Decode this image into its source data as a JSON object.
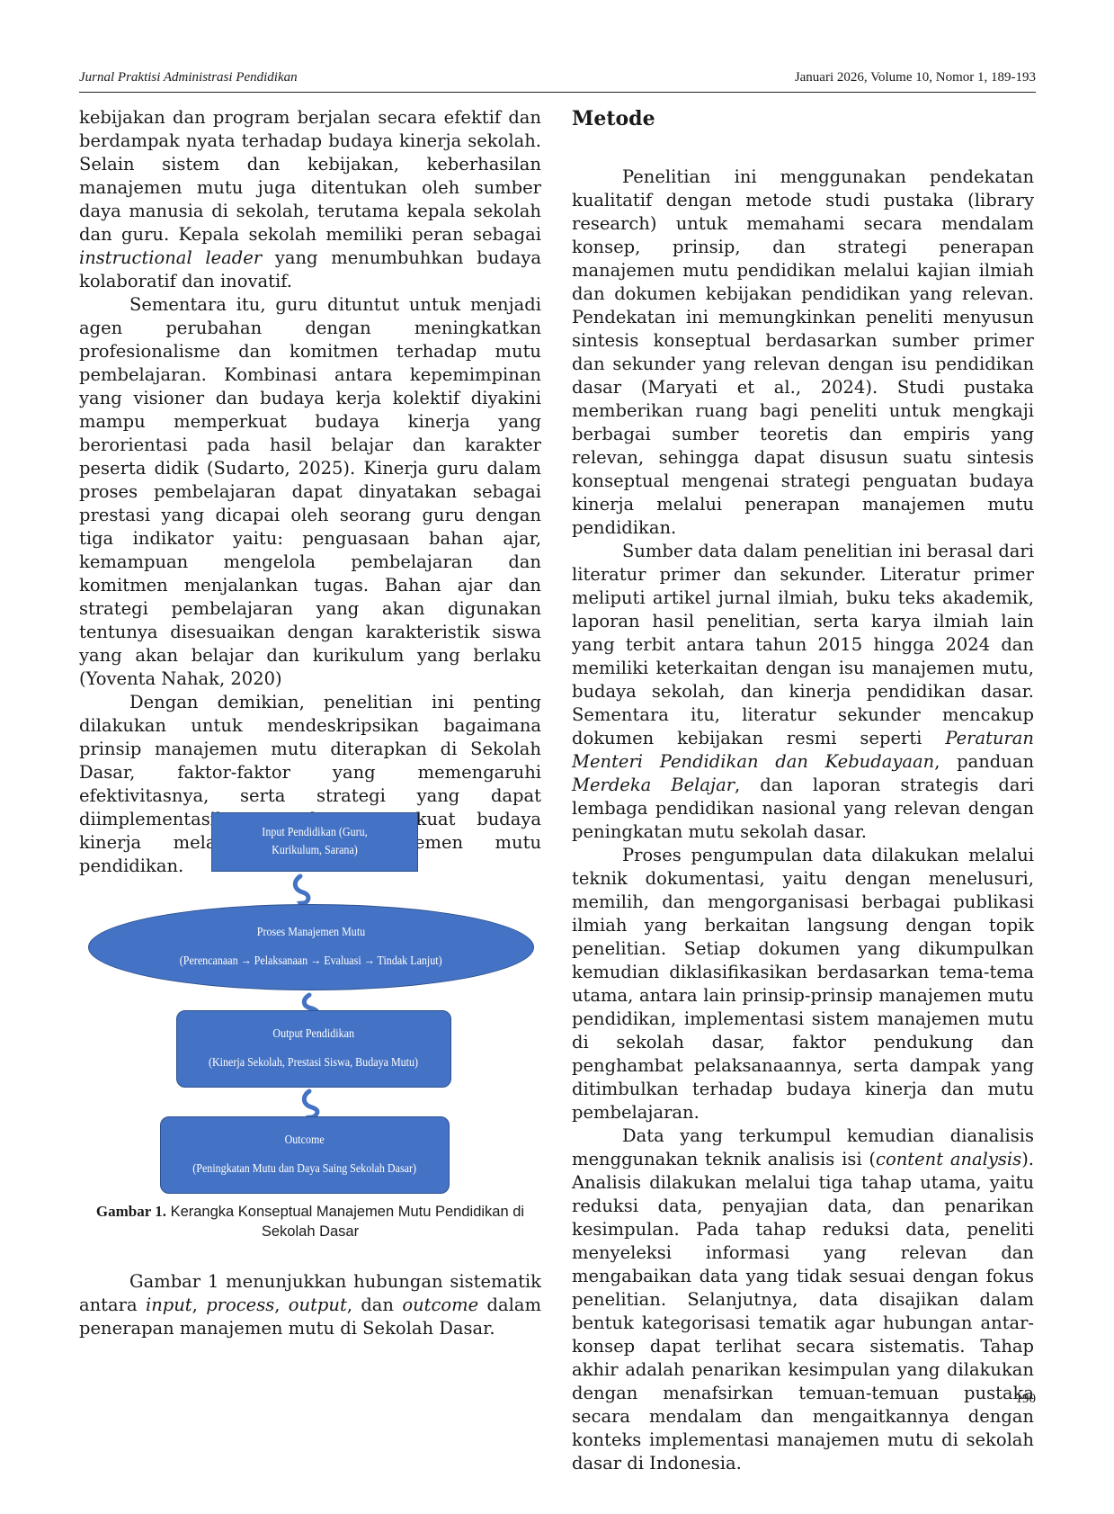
{
  "header": {
    "journal": "Jurnal Praktisi Administrasi Pendidikan",
    "issue": "Januari 2026, Volume 10, Nomor 1, 189-193"
  },
  "left_column": {
    "p1": {
      "a": "kebijakan dan program berjalan secara efektif dan berdampak nyata terhadap budaya kinerja sekolah. Selain sistem dan kebijakan, keberhasilan manajemen mutu juga ditentukan oleh sumber daya manusia di sekolah, terutama kepala sekolah dan guru. Kepala sekolah memiliki peran sebagai ",
      "em": "instructional leader",
      "b": " yang menumbuhkan budaya kolaboratif dan inovatif."
    },
    "p2": "Sementara itu, guru dituntut untuk menjadi agen perubahan dengan meningkatkan profesionalisme dan komitmen terhadap mutu pembelajaran. Kombinasi antara kepemimpinan yang visioner dan budaya kerja kolektif diyakini mampu memperkuat budaya kinerja yang berorientasi pada hasil belajar dan karakter peserta didik (Sudarto, 2025). Kinerja guru dalam proses pembelajaran dapat dinyatakan sebagai prestasi yang dicapai oleh seorang guru dengan tiga indikator yaitu: penguasaan bahan ajar, kemampuan mengelola pembelajaran dan komitmen menjalankan tugas. Bahan ajar dan strategi pembelajaran yang akan digunakan tentunya disesuaikan dengan karakteristik siswa yang akan belajar dan kurikulum yang berlaku (Yoventa Nahak, 2020)",
    "p3": "Dengan demikian, penelitian ini penting dilakukan untuk mendeskripsikan bagaimana prinsip manajemen mutu diterapkan di Sekolah Dasar, faktor-faktor yang memengaruhi efektivitasnya, serta strategi yang dapat diimplementasikan untuk memperkuat budaya kinerja melalui sistem manajemen mutu pendidikan."
  },
  "figure": {
    "input": "Input Pendidikan (Guru, Kurikulum, Sarana)",
    "proses_title": "Proses Manajemen Mutu",
    "proses_detail": "(Perencanaan → Pelaksanaan → Evaluasi → Tindak Lanjut)",
    "output_title": "Output Pendidikan",
    "output_detail": "(Kinerja Sekolah, Prestasi Siswa, Budaya Mutu)",
    "outcome_title": "Outcome",
    "outcome_detail": "(Peningkatan Mutu dan Daya Saing Sekolah Dasar)",
    "caption_label": "Gambar 1.",
    "caption_text": " Kerangka Konseptual Manajemen Mutu Pendidikan di Sekolah Dasar",
    "colors": {
      "fill": "#4472c4",
      "border": "#2f528f"
    }
  },
  "after_figure": {
    "t1": "Gambar 1 menunjukkan hubungan sistematik antara ",
    "e1": "input",
    "t2": ", ",
    "e2": "process",
    "t3": ", ",
    "e3": "output",
    "t4": ", dan ",
    "e4": "outcome",
    "t5": " dalam penerapan manajemen mutu di Sekolah Dasar."
  },
  "right_column": {
    "heading": "Metode",
    "p1": "Penelitian ini menggunakan pendekatan kualitatif dengan metode studi pustaka (library research) untuk memahami secara mendalam konsep, prinsip, dan strategi penerapan manajemen mutu pendidikan melalui kajian ilmiah dan dokumen kebijakan pendidikan yang relevan. Pendekatan ini memungkinkan peneliti menyusun sintesis konseptual berdasarkan sumber primer dan sekunder yang relevan dengan isu pendidikan dasar (Maryati et al., 2024). Studi pustaka memberikan ruang bagi peneliti untuk mengkaji berbagai sumber teoretis dan empiris yang relevan, sehingga dapat disusun suatu sintesis konseptual mengenai strategi penguatan budaya kinerja melalui penerapan manajemen mutu pendidikan.",
    "p2": {
      "a": "Sumber data dalam penelitian ini berasal dari literatur primer dan sekunder. Literatur primer meliputi artikel jurnal ilmiah, buku teks akademik, laporan hasil penelitian, serta karya ilmiah lain yang terbit antara tahun 2015 hingga 2024 dan memiliki keterkaitan dengan isu manajemen mutu, budaya sekolah, dan kinerja pendidikan dasar. Sementara itu, literatur sekunder mencakup dokumen kebijakan resmi seperti ",
      "em1": "Peraturan Menteri Pendidikan dan Kebudayaan",
      "b": ", panduan ",
      "em2": "Merdeka Belajar",
      "c": ", dan laporan strategis dari lembaga pendidikan nasional yang relevan dengan peningkatan mutu sekolah dasar."
    },
    "p3": "Proses pengumpulan data dilakukan melalui teknik dokumentasi, yaitu dengan menelusuri, memilih, dan mengorganisasi berbagai publikasi ilmiah yang berkaitan langsung dengan topik penelitian. Setiap dokumen yang dikumpulkan kemudian diklasifikasikan berdasarkan tema-tema utama, antara lain prinsip-prinsip manajemen mutu pendidikan, implementasi sistem manajemen mutu di sekolah dasar, faktor pendukung dan penghambat pelaksanaannya, serta dampak yang ditimbulkan terhadap budaya kinerja dan mutu pembelajaran.",
    "p4": {
      "a": "Data yang terkumpul kemudian dianalisis menggunakan teknik analisis isi (",
      "em": "content analysis",
      "b": "). Analisis dilakukan melalui tiga tahap utama, yaitu reduksi data, penyajian data, dan penarikan kesimpulan. Pada tahap reduksi data, peneliti menyeleksi informasi yang relevan dan mengabaikan data yang tidak sesuai dengan fokus penelitian. Selanjutnya, data disajikan dalam bentuk kategorisasi tematik agar hubungan antar-konsep dapat terlihat secara sistematis. Tahap akhir adalah penarikan kesimpulan yang dilakukan dengan menafsirkan temuan-temuan pustaka secara mendalam dan mengaitkannya dengan konteks implementasi manajemen mutu di sekolah dasar di Indonesia."
    }
  },
  "page_number": "190"
}
